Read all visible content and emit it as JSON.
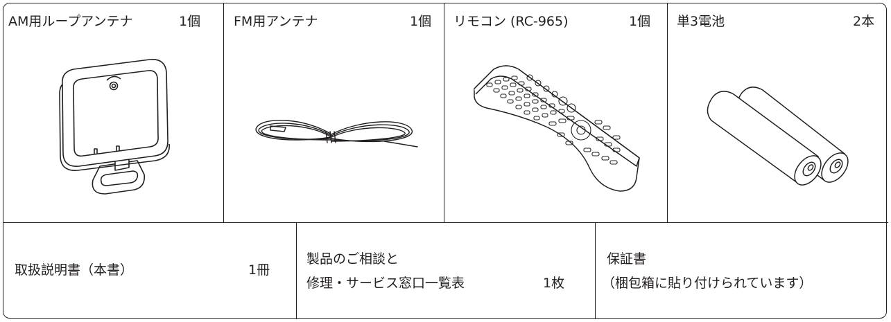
{
  "accessories": {
    "am_antenna": {
      "name": "AM用ループアンテナ",
      "qty": "1個"
    },
    "fm_antenna": {
      "name": "FM用アンテナ",
      "qty": "1個"
    },
    "remote": {
      "name": "リモコン (RC-965)",
      "qty": "1個"
    },
    "batteries": {
      "name": "単3電池",
      "qty": "2本"
    },
    "manual": {
      "name": "取扱説明書（本書）",
      "qty": "1冊"
    },
    "service_list": {
      "line1": "製品のご相談と",
      "line2": "修理・サービス窓口一覧表",
      "qty": "1枚"
    },
    "warranty": {
      "line1": "保証書",
      "line2": "（梱包箱に貼り付けられています）"
    }
  },
  "colors": {
    "line": "#231f20",
    "background": "#ffffff"
  },
  "icons": [
    "loop-antenna-icon",
    "fm-wire-antenna-icon",
    "remote-control-icon",
    "aa-battery-icon"
  ]
}
